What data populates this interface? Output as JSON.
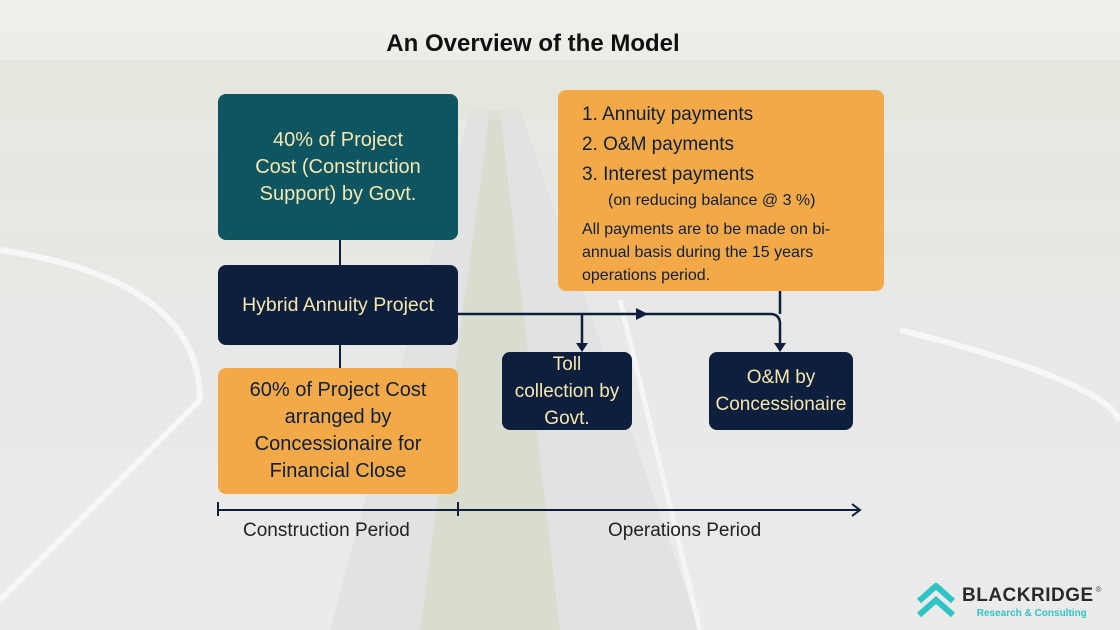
{
  "title": "An Overview of the Model",
  "boxes": {
    "govt_support": "40% of Project Cost (Construction Support) by Govt.",
    "hybrid": "Hybrid Annuity Project",
    "concessionaire_funding": "60% of Project Cost arranged by Concessionaire for Financial Close",
    "toll": "Toll collection by Govt.",
    "om": "O&M by Concessionaire"
  },
  "payments": {
    "items": [
      "1.  Annuity payments",
      "2.  O&M payments",
      "3.  Interest payments"
    ],
    "interest_note": "(on reducing balance @ 3 %)",
    "note": "All payments are to be made on bi-annual basis during the 15 years operations period."
  },
  "timeline": {
    "construction": "Construction Period",
    "operations": "Operations Period"
  },
  "logo": {
    "name": "BLACKRIDGE",
    "tagline": "Research & Consulting",
    "mark": "®"
  },
  "colors": {
    "teal": "#0e5562",
    "navy": "#0d1f3c",
    "orange": "#f4a949",
    "cream": "#f6e7b0"
  }
}
